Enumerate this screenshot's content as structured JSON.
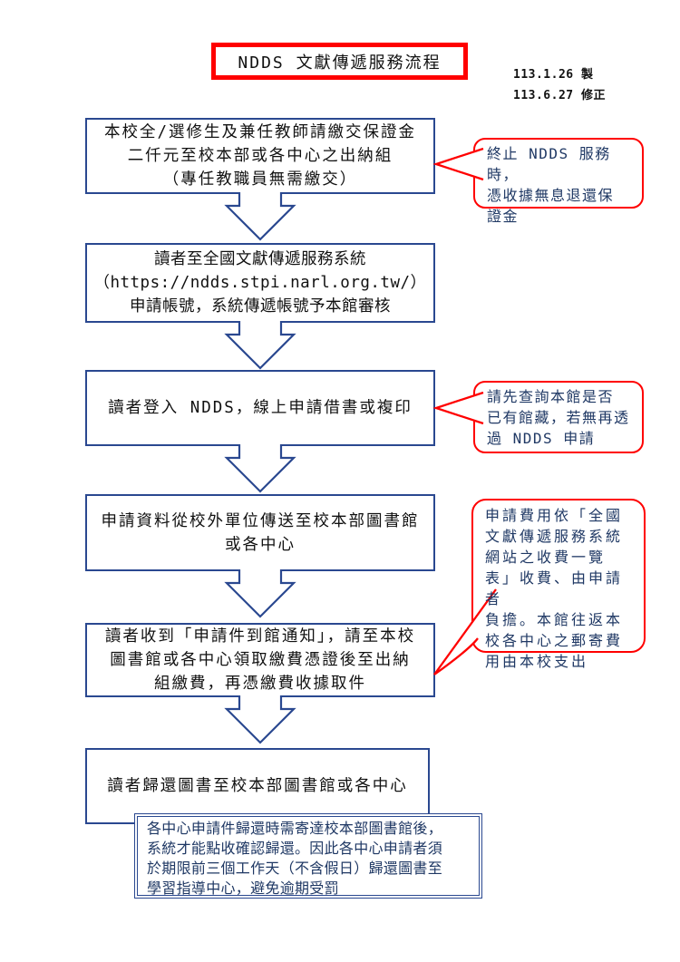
{
  "title": {
    "text": "NDDS 文獻傳遞服務流程"
  },
  "revision": {
    "created": "113.1.26 製",
    "modified": "113.6.27 修正"
  },
  "steps": [
    {
      "text": "本校全/選修生及兼任教師請繳交保證金\n二仟元至校本部或各中心之出納組\n（專任教職員無需繳交）"
    },
    {
      "text": "讀者至全國文獻傳遞服務系統\n（https://ndds.stpi.narl.org.tw/）\n申請帳號，系統傳遞帳號予本館審核"
    },
    {
      "text": "讀者登入 NDDS，線上申請借書或複印"
    },
    {
      "text": "申請資料從校外單位傳送至校本部圖書館\n或各中心"
    },
    {
      "text": "讀者收到「申請件到館通知」，請至本校\n圖書館或各中心領取繳費憑證後至出納\n組繳費，再憑繳費收據取件"
    },
    {
      "text": "讀者歸還圖書至校本部圖書館或各中心"
    }
  ],
  "callouts": [
    {
      "text": "終止 NDDS 服務時，\n憑收據無息退還保\n證金"
    },
    {
      "text": "請先查詢本館是否\n已有館藏，若無再透\n過 NDDS 申請"
    },
    {
      "text": "申請費用依「全國\n文獻傳遞服務系統\n網站之收費一覽\n表」收費、由申請者\n負擔。本館往返本\n校各中心之郵寄費\n用由本校支出"
    }
  ],
  "note": {
    "text": "各中心申請件歸還時需寄達校本部圖書館後，\n系統才能點收確認歸還。因此各中心申請者須\n於期限前三個工作天（不含假日）歸還圖書至\n學習指導中心，避免逾期受罰"
  },
  "colors": {
    "navy_border": "#2a4890",
    "red_accent": "#ff0000",
    "text_black": "#111111",
    "text_navy": "#1f3864"
  }
}
